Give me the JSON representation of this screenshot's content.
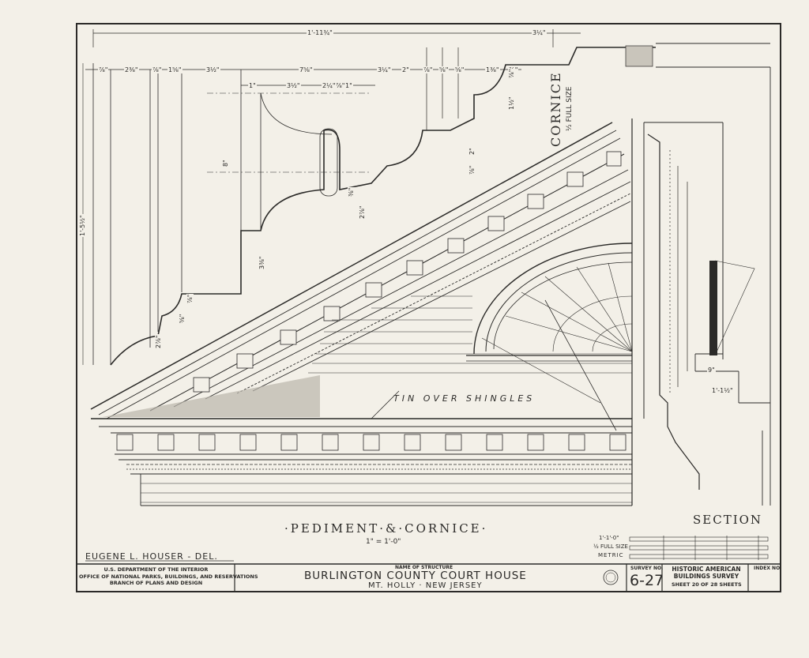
{
  "drawing": {
    "title": "·PEDIMENT·&·CORNICE·",
    "scale": "1\" = 1'-0\"",
    "section_title": "SECTION",
    "cornice_title": "CORNICE",
    "cornice_scale": "½ FULL SIZE",
    "note_tin": "TIN OVER SHINGLES",
    "delineator": "EUGENE L. HOUSER - DEL."
  },
  "dimensions": {
    "top_overall": "1'-11¾\"",
    "top_right": "3¼\"",
    "top_row": [
      "⅞\"",
      "2⅜\"",
      "⅞\"",
      "1⅝\"",
      "3½\"",
      "7⅝\"",
      "3¼\"",
      "2\"",
      "⅞\"",
      "⅝\"",
      "⅝\"",
      "1⅜\"",
      "⅞\""
    ],
    "inner_row": [
      "1\"",
      "3½\"",
      "2¼\"",
      "⅞\"",
      "1\""
    ],
    "left_height": "1'-5½\"",
    "lower_heights": [
      "2⅞\"",
      "⅝\"",
      "⅞\"",
      "3⅜\""
    ],
    "mid_heights": [
      "8\"",
      "2⅞\"",
      "⅜\""
    ],
    "small_right": [
      "⅞\"",
      "1½\"",
      "2\"",
      "⅞\""
    ],
    "section_dims": [
      "9\"",
      "1'-1½\""
    ]
  },
  "scale_bar": {
    "labels": [
      "1'-1'-0\"",
      "½ FULL SIZE",
      "METRIC"
    ]
  },
  "title_block": {
    "agency": [
      "U.S. DEPARTMENT OF THE INTERIOR",
      "OFFICE OF NATIONAL PARKS, BUILDINGS, AND RESERVATIONS",
      "BRANCH OF PLANS AND DESIGN"
    ],
    "structure_label": "NAME OF STRUCTURE",
    "structure_name": "BURLINGTON COUNTY COURT HOUSE",
    "location": "MT. HOLLY · NEW JERSEY",
    "survey_label": "SURVEY NO.",
    "survey_no": "6-27",
    "survey_org": [
      "HISTORIC AMERICAN",
      "BUILDINGS SURVEY"
    ],
    "sheet_text": "SHEET 20 OF 28 SHEETS",
    "index_label": "INDEX NO."
  }
}
